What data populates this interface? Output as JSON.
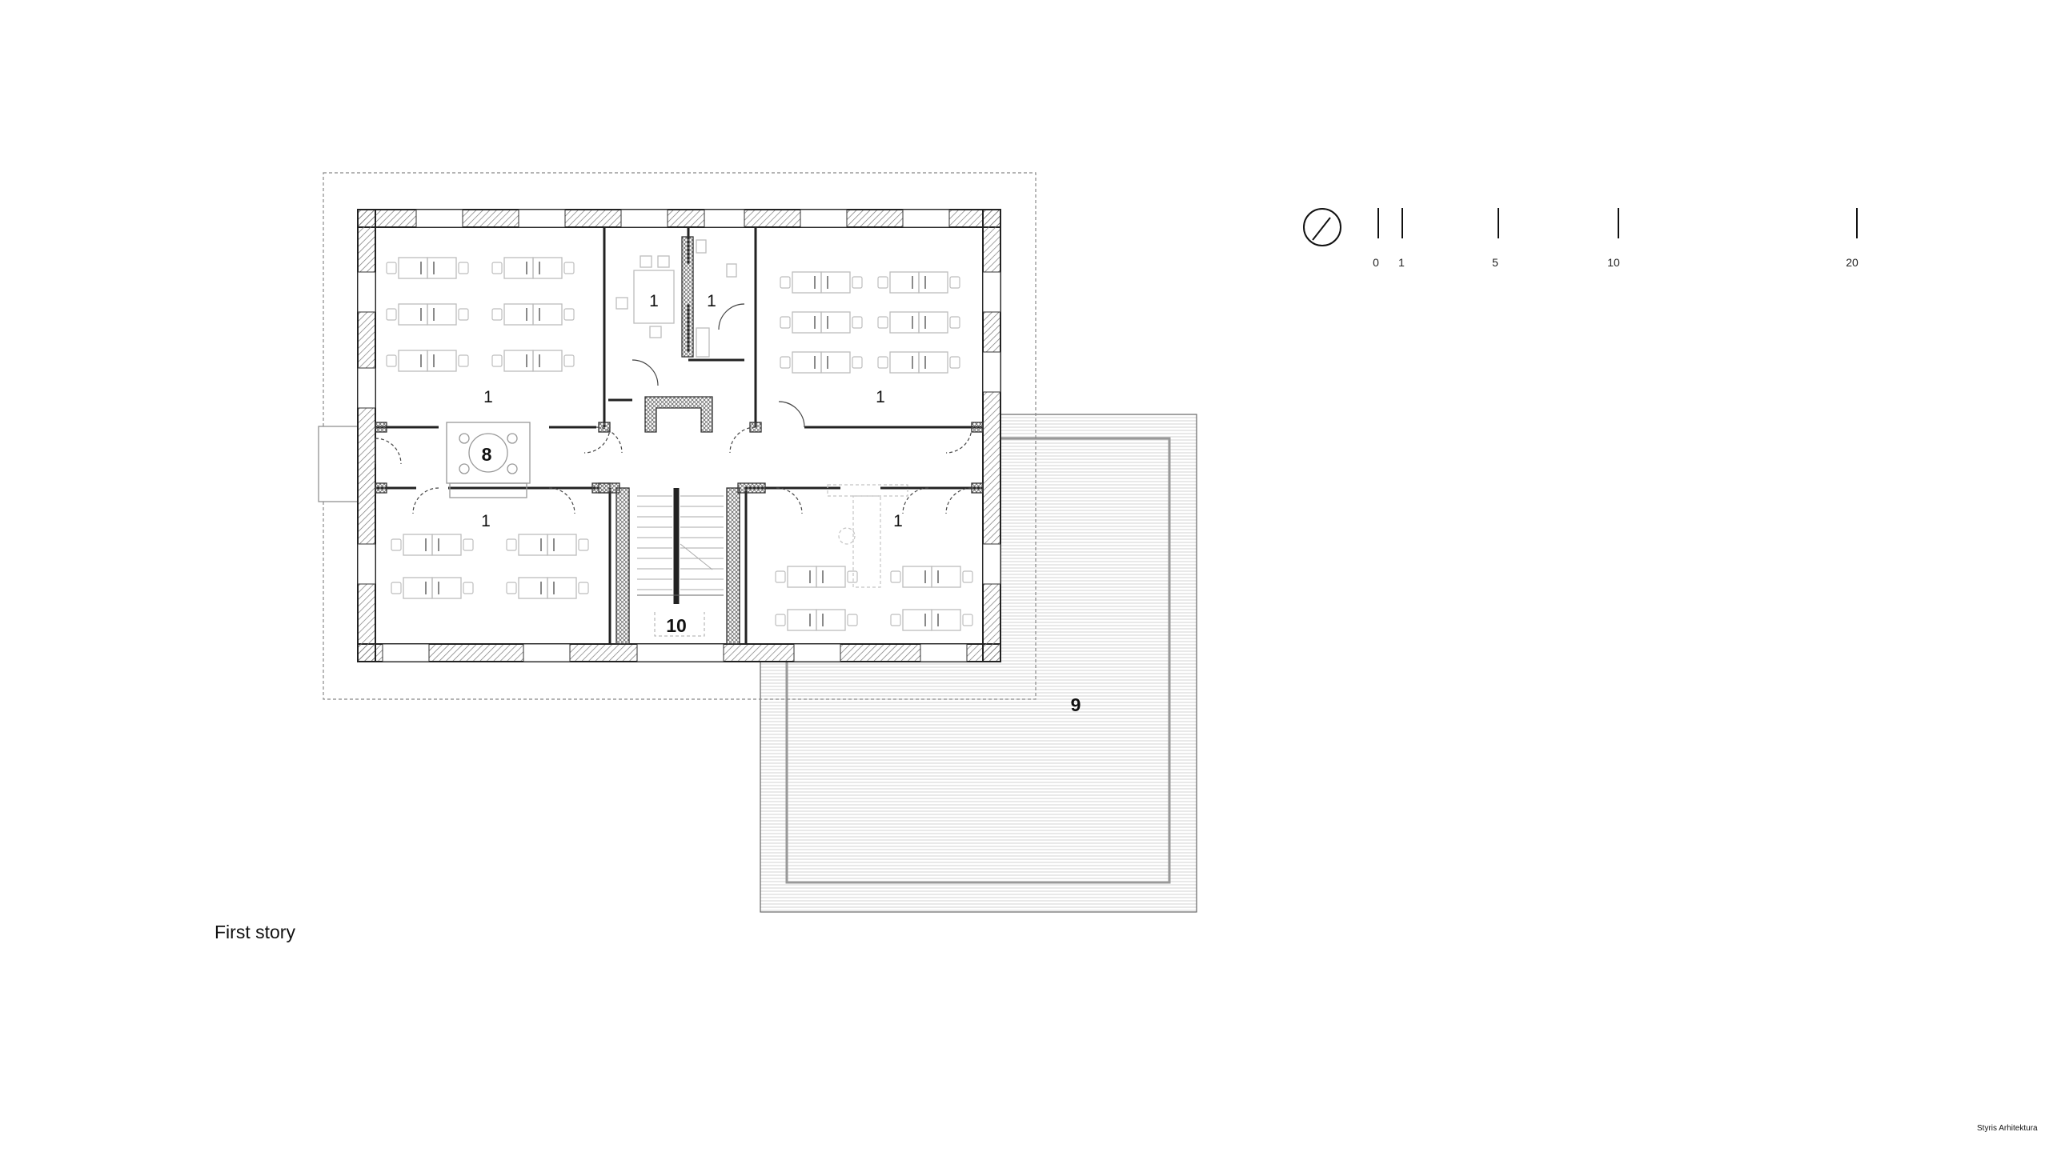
{
  "caption": "First story",
  "credit": "Styris Arhitektura",
  "room_labels": {
    "office_nw": "1",
    "office_small_a": "1",
    "office_small_b": "1",
    "office_ne": "1",
    "office_sw": "1",
    "office_se": "1",
    "meeting": "8",
    "stair": "10",
    "terrace": "9"
  },
  "scale_bar": {
    "ticks": [
      "0",
      "1",
      "5",
      "10",
      "20"
    ]
  },
  "icons": {
    "north": "north-arrow-icon"
  }
}
